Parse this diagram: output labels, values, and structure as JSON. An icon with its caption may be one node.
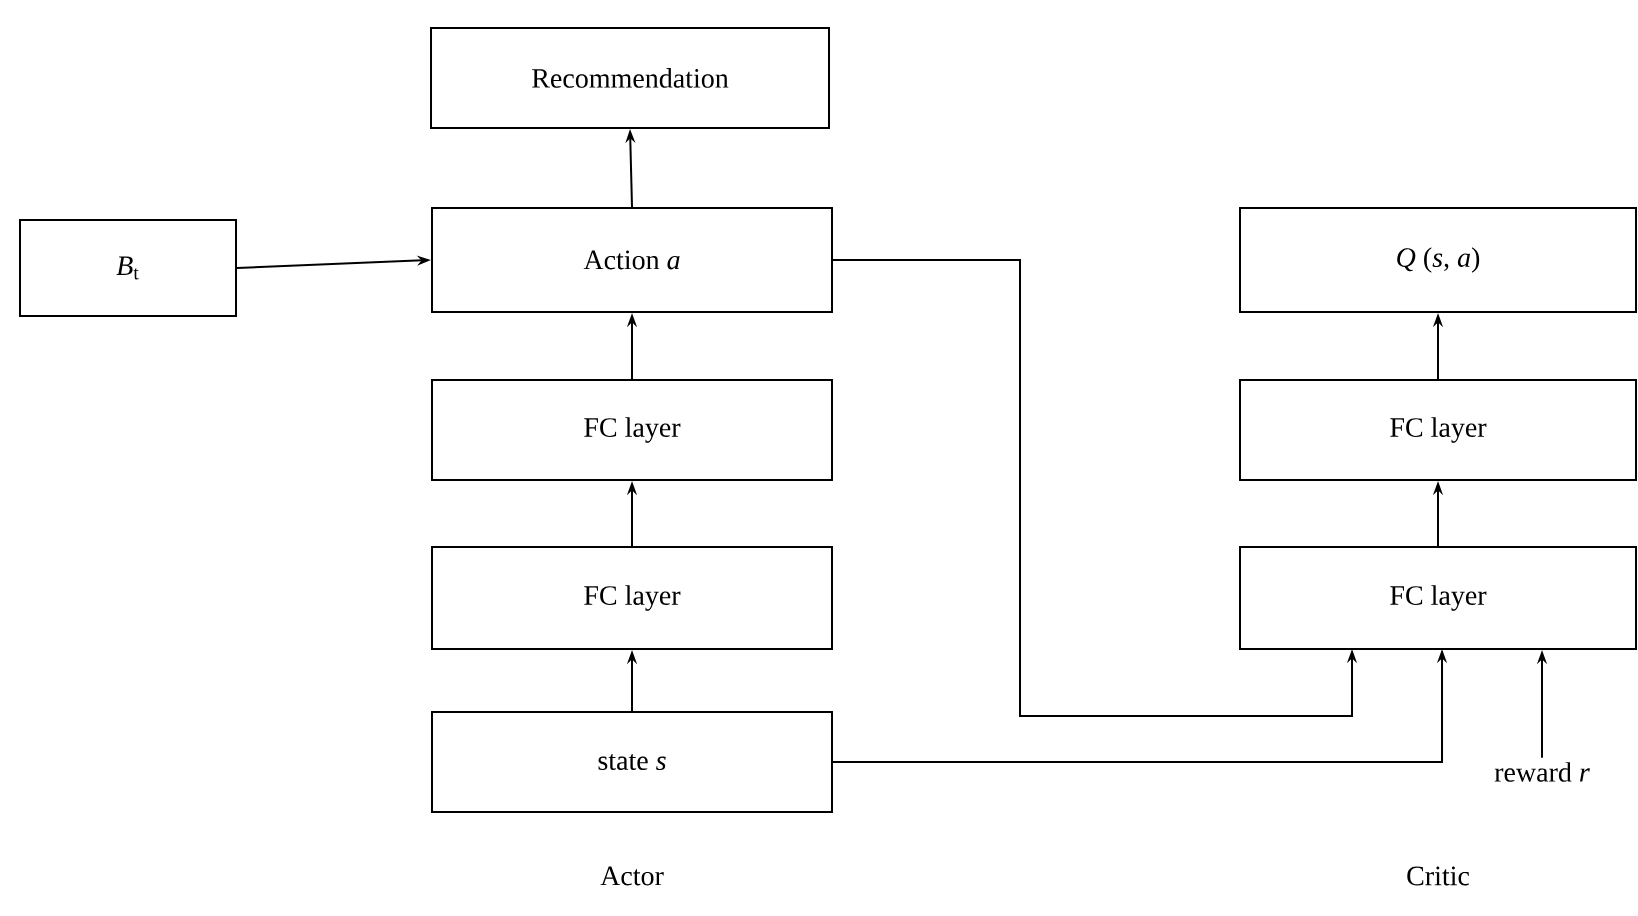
{
  "diagram": {
    "nodes": [
      {
        "text": [
          "Recommendation"
        ]
      },
      {
        "text": [
          "*B*$_{t}$"
        ]
      },
      {
        "text": [
          "Action *a*"
        ]
      },
      {
        "text": [
          "FC layer"
        ]
      },
      {
        "text": [
          "FC layer"
        ]
      },
      {
        "text": [
          "state *s*"
        ]
      },
      {
        "text": [
          "*Q* (*s*, *a*)"
        ]
      },
      {
        "text": [
          "FC layer"
        ]
      },
      {
        "text": [
          "FC layer"
        ]
      },
      {
        "text": [
          "reward *r*"
        ]
      }
    ],
    "edges": [
      {
        "from": 1,
        "to": 2,
        "arrow": "to"
      },
      {
        "from": 2,
        "to": 0,
        "arrow": "to"
      },
      {
        "from": 3,
        "to": 2,
        "arrow": "to"
      },
      {
        "from": 4,
        "to": 3,
        "arrow": "to"
      },
      {
        "from": 5,
        "to": 4,
        "arrow": "to"
      },
      {
        "from": 2,
        "to": 8,
        "arrow": "to"
      },
      {
        "from": 5,
        "to": 8,
        "arrow": "to"
      },
      {
        "from": 9,
        "to": 8,
        "arrow": "to"
      },
      {
        "from": 8,
        "to": 7,
        "arrow": "to"
      },
      {
        "from": 7,
        "to": 6,
        "arrow": "to"
      }
    ],
    "labels": [
      "Actor",
      "Critic"
    ]
  }
}
